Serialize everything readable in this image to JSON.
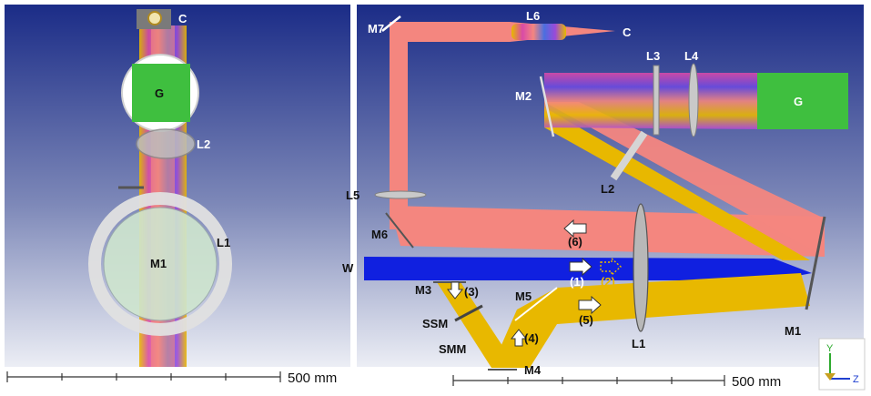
{
  "colors": {
    "panel_bg_top": "#1e2f8a",
    "panel_bg_bottom": "#e6e9f2",
    "beam_pink": "#f4867f",
    "beam_yellow": "#e8b800",
    "beam_blue": "#1020e0",
    "grating_green": "#3fbf3f",
    "arrow_fill": "#ffffff"
  },
  "left_view": {
    "labels": {
      "c": "C",
      "g": "G",
      "l2": "L2",
      "l1": "L1",
      "m1": "M1"
    },
    "scale_bar": {
      "label": "500 mm"
    }
  },
  "right_view": {
    "components": {
      "m7": "M7",
      "l6": "L6",
      "c": "C",
      "l3": "L3",
      "l4": "L4",
      "m2": "M2",
      "g": "G",
      "l2": "L2",
      "l5": "L5",
      "m6": "M6",
      "w": "W",
      "m3": "M3",
      "m5": "M5",
      "ssm": "SSM",
      "smm": "SMM",
      "m4": "M4",
      "l1": "L1",
      "m1": "M1"
    },
    "steps": {
      "s1": "(1)",
      "s2": "(2)",
      "s3": "(3)",
      "s4": "(4)",
      "s5": "(5)",
      "s6": "(6)"
    },
    "scale_bar": {
      "label": "500 mm"
    }
  },
  "axis_triad": {
    "y": "Y",
    "z": "Z"
  }
}
